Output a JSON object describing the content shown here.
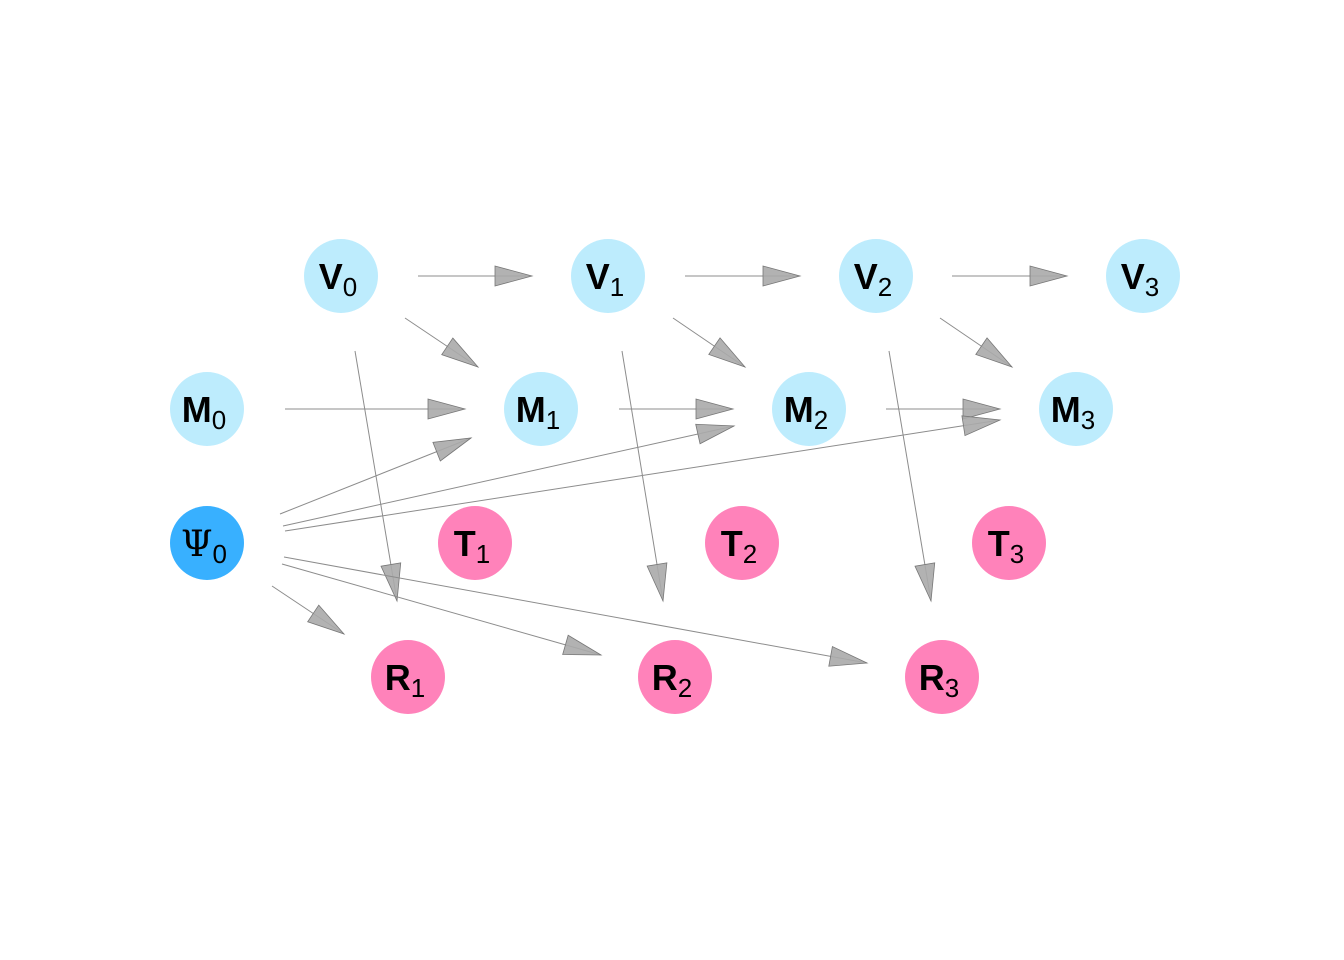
{
  "colors": {
    "state": "#BDECFD",
    "prior": "#38B0FF",
    "observed": "#FF82BA",
    "edge": "#8c8c8c",
    "arrowhead": "#aaaaaa"
  },
  "nodes": [
    {
      "id": "V0",
      "letter": "V",
      "sub": "0",
      "kind": "state"
    },
    {
      "id": "V1",
      "letter": "V",
      "sub": "1",
      "kind": "state"
    },
    {
      "id": "V2",
      "letter": "V",
      "sub": "2",
      "kind": "state"
    },
    {
      "id": "V3",
      "letter": "V",
      "sub": "3",
      "kind": "state"
    },
    {
      "id": "M0",
      "letter": "M",
      "sub": "0",
      "kind": "state"
    },
    {
      "id": "M1",
      "letter": "M",
      "sub": "1",
      "kind": "state"
    },
    {
      "id": "M2",
      "letter": "M",
      "sub": "2",
      "kind": "state"
    },
    {
      "id": "M3",
      "letter": "M",
      "sub": "3",
      "kind": "state"
    },
    {
      "id": "Psi0",
      "letter": "Ψ",
      "sub": "0",
      "kind": "prior"
    },
    {
      "id": "T1",
      "letter": "T",
      "sub": "1",
      "kind": "observed"
    },
    {
      "id": "T2",
      "letter": "T",
      "sub": "2",
      "kind": "observed"
    },
    {
      "id": "T3",
      "letter": "T",
      "sub": "3",
      "kind": "observed"
    },
    {
      "id": "R1",
      "letter": "R",
      "sub": "1",
      "kind": "observed"
    },
    {
      "id": "R2",
      "letter": "R",
      "sub": "2",
      "kind": "observed"
    },
    {
      "id": "R3",
      "letter": "R",
      "sub": "3",
      "kind": "observed"
    }
  ],
  "edges": [
    {
      "from": "V0",
      "to": "V1"
    },
    {
      "from": "V1",
      "to": "V2"
    },
    {
      "from": "V2",
      "to": "V3"
    },
    {
      "from": "V0",
      "to": "M1"
    },
    {
      "from": "V1",
      "to": "M2"
    },
    {
      "from": "V2",
      "to": "M3"
    },
    {
      "from": "V0",
      "to": "R1"
    },
    {
      "from": "V1",
      "to": "R2"
    },
    {
      "from": "V2",
      "to": "R3"
    },
    {
      "from": "M0",
      "to": "M1"
    },
    {
      "from": "M1",
      "to": "M2"
    },
    {
      "from": "M2",
      "to": "M3"
    },
    {
      "from": "Psi0",
      "to": "M1"
    },
    {
      "from": "Psi0",
      "to": "M2"
    },
    {
      "from": "Psi0",
      "to": "M3"
    },
    {
      "from": "Psi0",
      "to": "R1"
    },
    {
      "from": "Psi0",
      "to": "R2"
    },
    {
      "from": "Psi0",
      "to": "R3"
    }
  ]
}
